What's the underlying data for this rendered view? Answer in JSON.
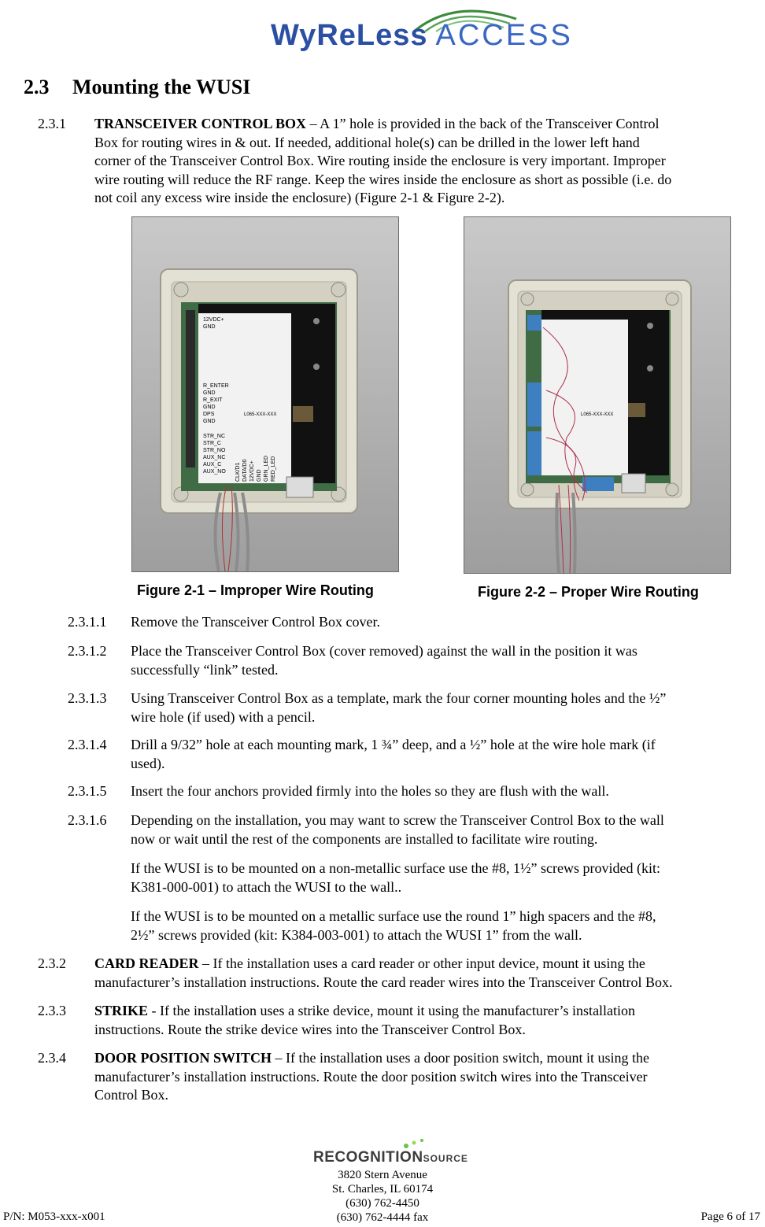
{
  "header": {
    "logo_main": "WyReLess",
    "logo_accent": "ACCESS"
  },
  "section": {
    "number": "2.3",
    "title": "Mounting the WUSI"
  },
  "p231": {
    "number": "2.3.1",
    "heading": "TRANSCEIVER CONTROL BOX",
    "lines": [
      " – A 1” hole is provided in the back of the Transceiver Control",
      "Box for routing wires in & out.  If needed, additional hole(s) can be drilled in the lower left hand",
      "corner of the Transceiver Control Box. Wire routing inside the enclosure is very important.  Improper",
      "wire routing will reduce the RF range.  Keep the wires inside the enclosure as short as possible (i.e. do",
      "not coil any excess wire inside the enclosure) (Figure 2-1 & Figure 2-2)."
    ]
  },
  "figures": {
    "fig1": {
      "caption": "Figure 2-1 – Improper Wire Routing",
      "board_text": "L065-XXX-XXX",
      "labels_top": [
        "12VDC+",
        "GND"
      ],
      "labels_mid": [
        "R_ENTER",
        "GND",
        "R_EXIT",
        "GND",
        "DPS",
        "GND"
      ],
      "labels_low": [
        "STR_NC",
        "STR_C",
        "STR_NO",
        "AUX_NC",
        "AUX_C",
        "AUX_NO"
      ],
      "labels_vert": [
        "CLK/D1",
        "DATA/D0",
        "12VDC+",
        "GND",
        "GRN_LED",
        "RED_LED"
      ]
    },
    "fig2": {
      "caption": "Figure 2-2 – Proper Wire Routing",
      "board_text": "L065-XXX-XXX"
    }
  },
  "steps": [
    {
      "n": "2.3.1.1",
      "lines": [
        "Remove the Transceiver Control Box cover."
      ]
    },
    {
      "n": "2.3.1.2",
      "lines": [
        "Place the Transceiver Control Box (cover removed) against the wall in the position it was",
        "successfully “link” tested."
      ]
    },
    {
      "n": "2.3.1.3",
      "lines": [
        "Using Transceiver Control Box as a template, mark the four corner mounting holes and the ½”",
        "wire hole (if used) with a pencil."
      ]
    },
    {
      "n": "2.3.1.4",
      "lines": [
        "Drill a 9/32” hole at each mounting mark, 1 ¾” deep, and a ½” hole at the wire hole mark (if",
        "used)."
      ]
    },
    {
      "n": "2.3.1.5",
      "lines": [
        "Insert the four anchors provided firmly into the holes so they are flush with the wall."
      ]
    },
    {
      "n": "2.3.1.6",
      "lines": [
        "Depending on the installation, you may want to screw the Transceiver Control Box to the wall",
        "now or wait until the rest of the components are installed to facilitate wire routing."
      ]
    }
  ],
  "notes": [
    [
      "If the WUSI is to be mounted on a non-metallic surface use the #8, 1½” screws provided (kit:",
      "K381-000-001) to attach the WUSI to the wall.."
    ],
    [
      "If the WUSI is to be mounted on a metallic surface use the round 1” high spacers and the #8,",
      "2½” screws provided (kit: K384-003-001) to attach the WUSI 1” from the wall."
    ]
  ],
  "p232": {
    "number": "2.3.2",
    "heading": "CARD READER",
    "lines": [
      " – If the installation uses a card reader or other input device, mount it using the",
      "manufacturer’s installation instructions. Route the card reader wires into the Transceiver Control Box."
    ]
  },
  "p233": {
    "number": "2.3.3",
    "heading": "STRIKE",
    "lines": [
      " - If the installation uses a strike device, mount it using the manufacturer’s installation",
      "instructions. Route the strike device wires into the Transceiver Control Box."
    ]
  },
  "p234": {
    "number": "2.3.4",
    "heading": "DOOR POSITION SWITCH",
    "lines": [
      " – If the installation uses a door position switch, mount it using the",
      "manufacturer’s installation instructions. Route the door position switch wires into the Transceiver",
      "Control Box."
    ]
  },
  "footer": {
    "logo_main": "RECOGNITION",
    "logo_sub": "SOURCE",
    "address": [
      "3820 Stern Avenue",
      "St. Charles, IL 60174",
      "(630) 762-4450",
      "(630) 762-4444 fax"
    ],
    "part_number": "P/N: M053-xxx-x001",
    "page": "Page 6 of 17"
  }
}
